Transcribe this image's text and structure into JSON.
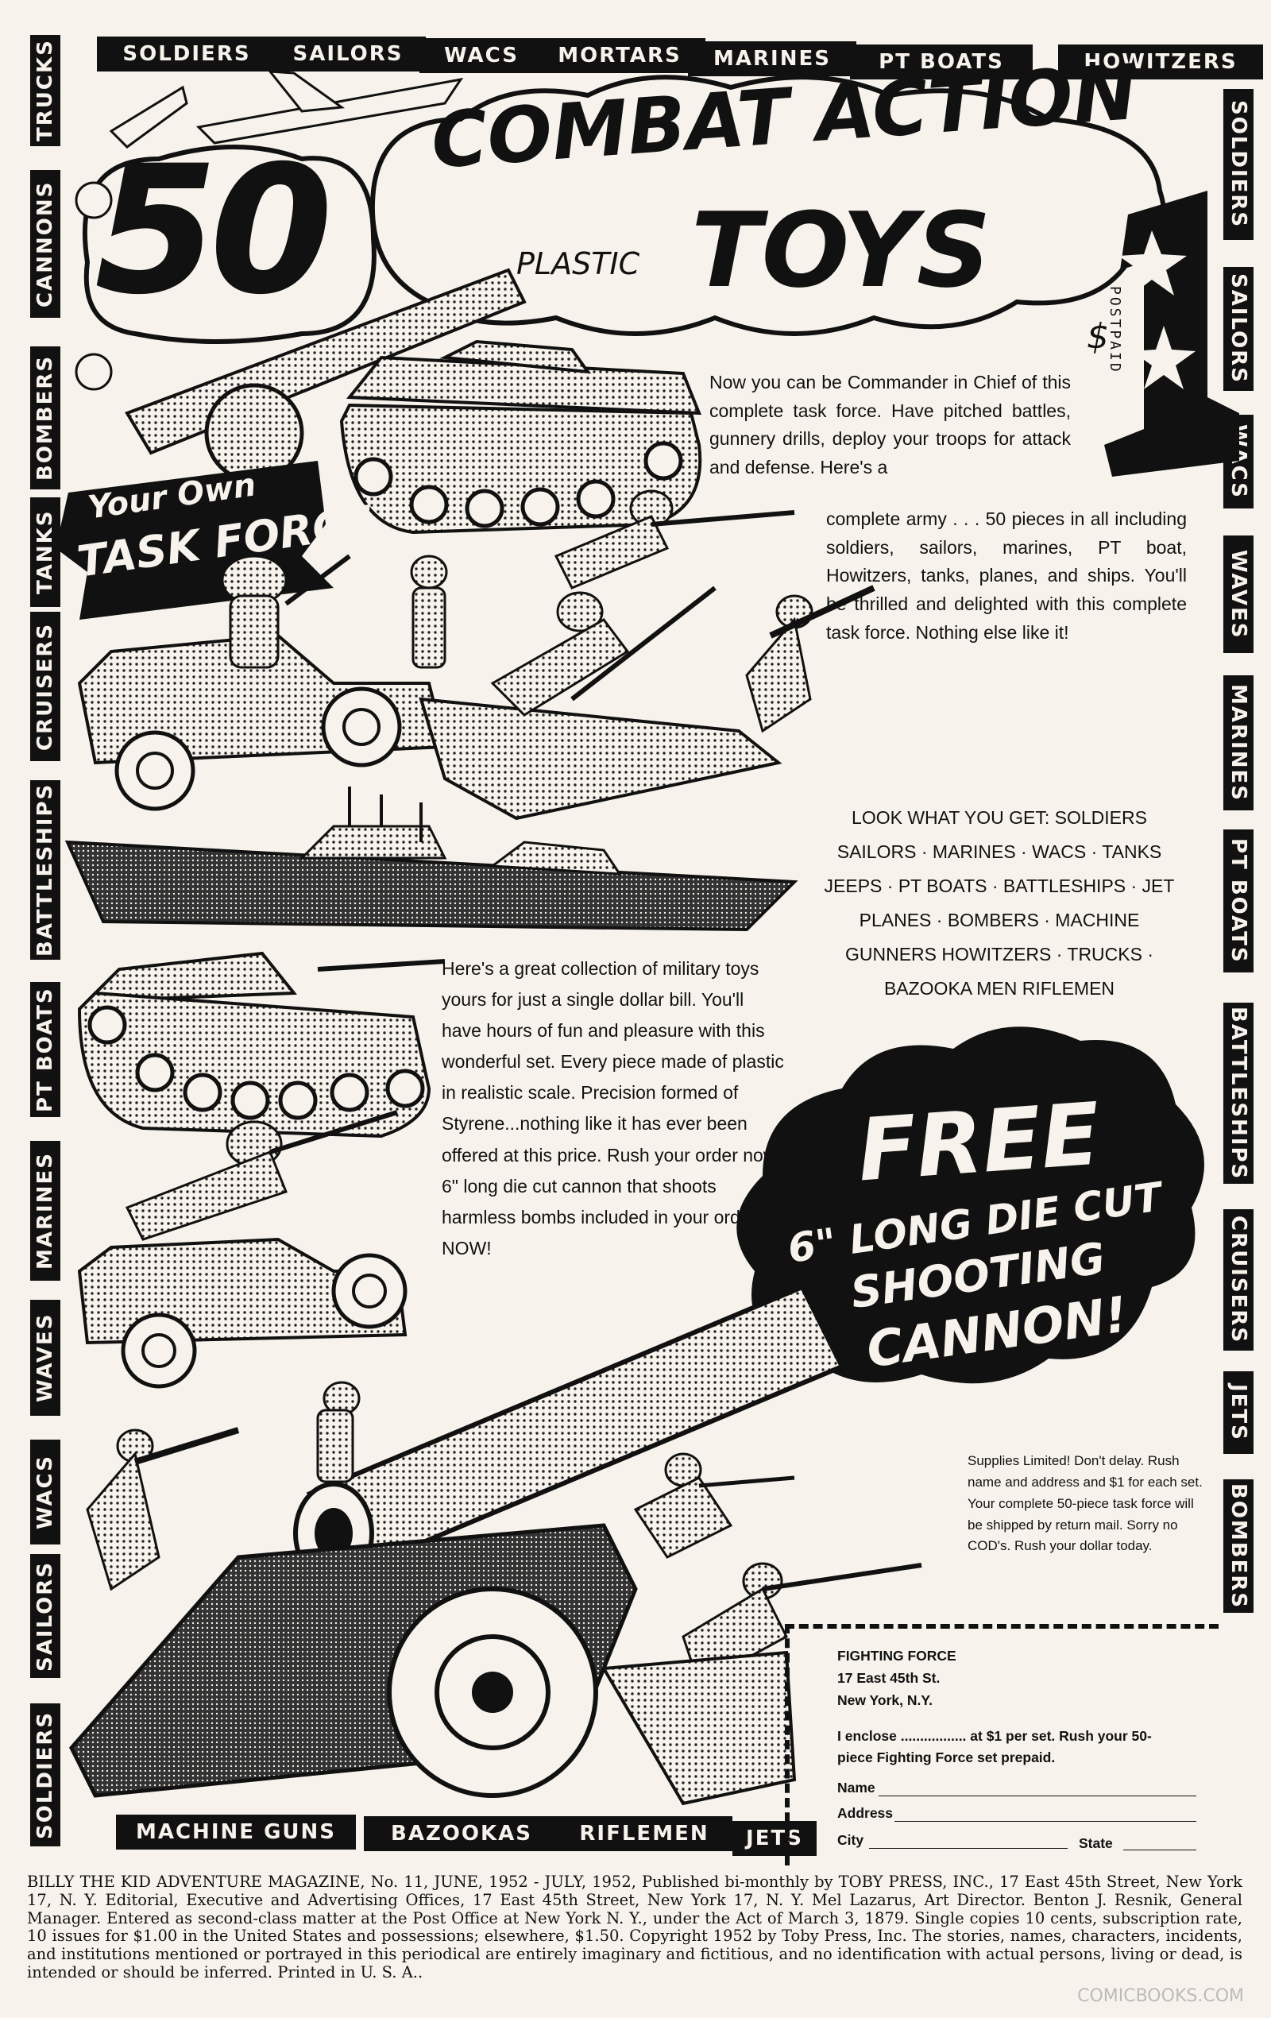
{
  "border_tags": {
    "top": [
      "SOLDIERS",
      "SAILORS",
      "WACS",
      "MORTARS",
      "MARINES",
      "PT BOATS",
      "HOWITZERS"
    ],
    "left": [
      "TRUCKS",
      "CANNONS",
      "BOMBERS",
      "TANKS",
      "CRUISERS",
      "BATTLESHIPS",
      "PT BOATS",
      "MARINES",
      "WAVES",
      "WACS",
      "SAILORS",
      "SOLDIERS"
    ],
    "right": [
      "SOLDIERS",
      "SAILORS",
      "WACS",
      "WAVES",
      "MARINES",
      "PT BOATS",
      "BATTLESHIPS",
      "CRUISERS",
      "JETS",
      "BOMBERS"
    ],
    "bottom": [
      "MACHINE GUNS",
      "BAZOOKAS",
      "RIFLEMEN",
      "JETS"
    ]
  },
  "headline": {
    "count": "50",
    "line1": "COMBAT ACTION",
    "plastic": "PLASTIC",
    "line2": "TOYS",
    "price": "1",
    "price_symbol": "$",
    "postpaid": "POSTPAID"
  },
  "task_force_banner": {
    "line1": "Your Own",
    "line2": "TASK FORCE"
  },
  "copy": {
    "p1a": "Now you can be Commander in Chief of this complete task force. Have pitched battles, gunnery drills, deploy your troops for attack and defense. Here's a",
    "p1b": "complete army . . . 50 pieces in all including soldiers, sailors, marines, PT boat, Howitzers, tanks, planes, and ships. You'll be thrilled and delighted with this complete task force. Nothing else like it!",
    "list": "LOOK WHAT YOU GET: SOLDIERS SAILORS · MARINES · WACS · TANKS JEEPS · PT BOATS · BATTLESHIPS · JET PLANES · BOMBERS · MACHINE GUNNERS HOWITZERS · TRUCKS · BAZOOKA MEN RIFLEMEN",
    "p2": "Here's a great collection of military toys yours for just a single dollar bill. You'll have hours of fun and pleasure with this wonderful set. Every piece made of plastic in realistic scale. Precision formed of Styrene...nothing like it has ever been offered at this price. Rush your order now. 6\" long die cut cannon that shoots harmless bombs included in your order NOW!",
    "supplies": "Supplies Limited! Don't delay. Rush name and address and $1 for each set. Your complete 50-piece task force will be shipped by return mail. Sorry no COD's. Rush your dollar today."
  },
  "free_cloud": {
    "line1": "FREE",
    "line2": "6\" LONG DIE CUT",
    "line3": "SHOOTING",
    "line4": "CANNON!"
  },
  "coupon": {
    "company": "FIGHTING FORCE",
    "street": "17 East 45th St.",
    "city": "New York, N.Y.",
    "enclose": "I enclose ................. at $1 per set. Rush your 50-piece Fighting Force set prepaid.",
    "name_label": "Name",
    "address_label": "Address",
    "city_label": "City",
    "state_label": "State"
  },
  "footer": "BILLY THE KID ADVENTURE MAGAZINE, No. 11, JUNE, 1952 - JULY, 1952, Published bi-monthly by TOBY PRESS, INC., 17 East 45th Street, New York 17, N. Y. Editorial, Executive and Advertising Offices, 17 East 45th Street, New York 17, N. Y. Mel Lazarus, Art Director. Benton J. Resnik, General Manager. Entered as second-class matter at the Post Office at New York N. Y., under the Act of March 3, 1879. Single copies 10 cents, subscription rate, 10 issues for $1.00 in the United States and possessions; elsewhere, $1.50. Copyright 1952 by Toby Press, Inc. The stories, names, characters, incidents, and institutions mentioned or portrayed in this periodical are entirely imaginary and fictitious, and no identification with actual persons, living or dead, is intended or should be inferred. Printed in U. S. A..",
  "watermark": "COMICBOOKS.COM"
}
